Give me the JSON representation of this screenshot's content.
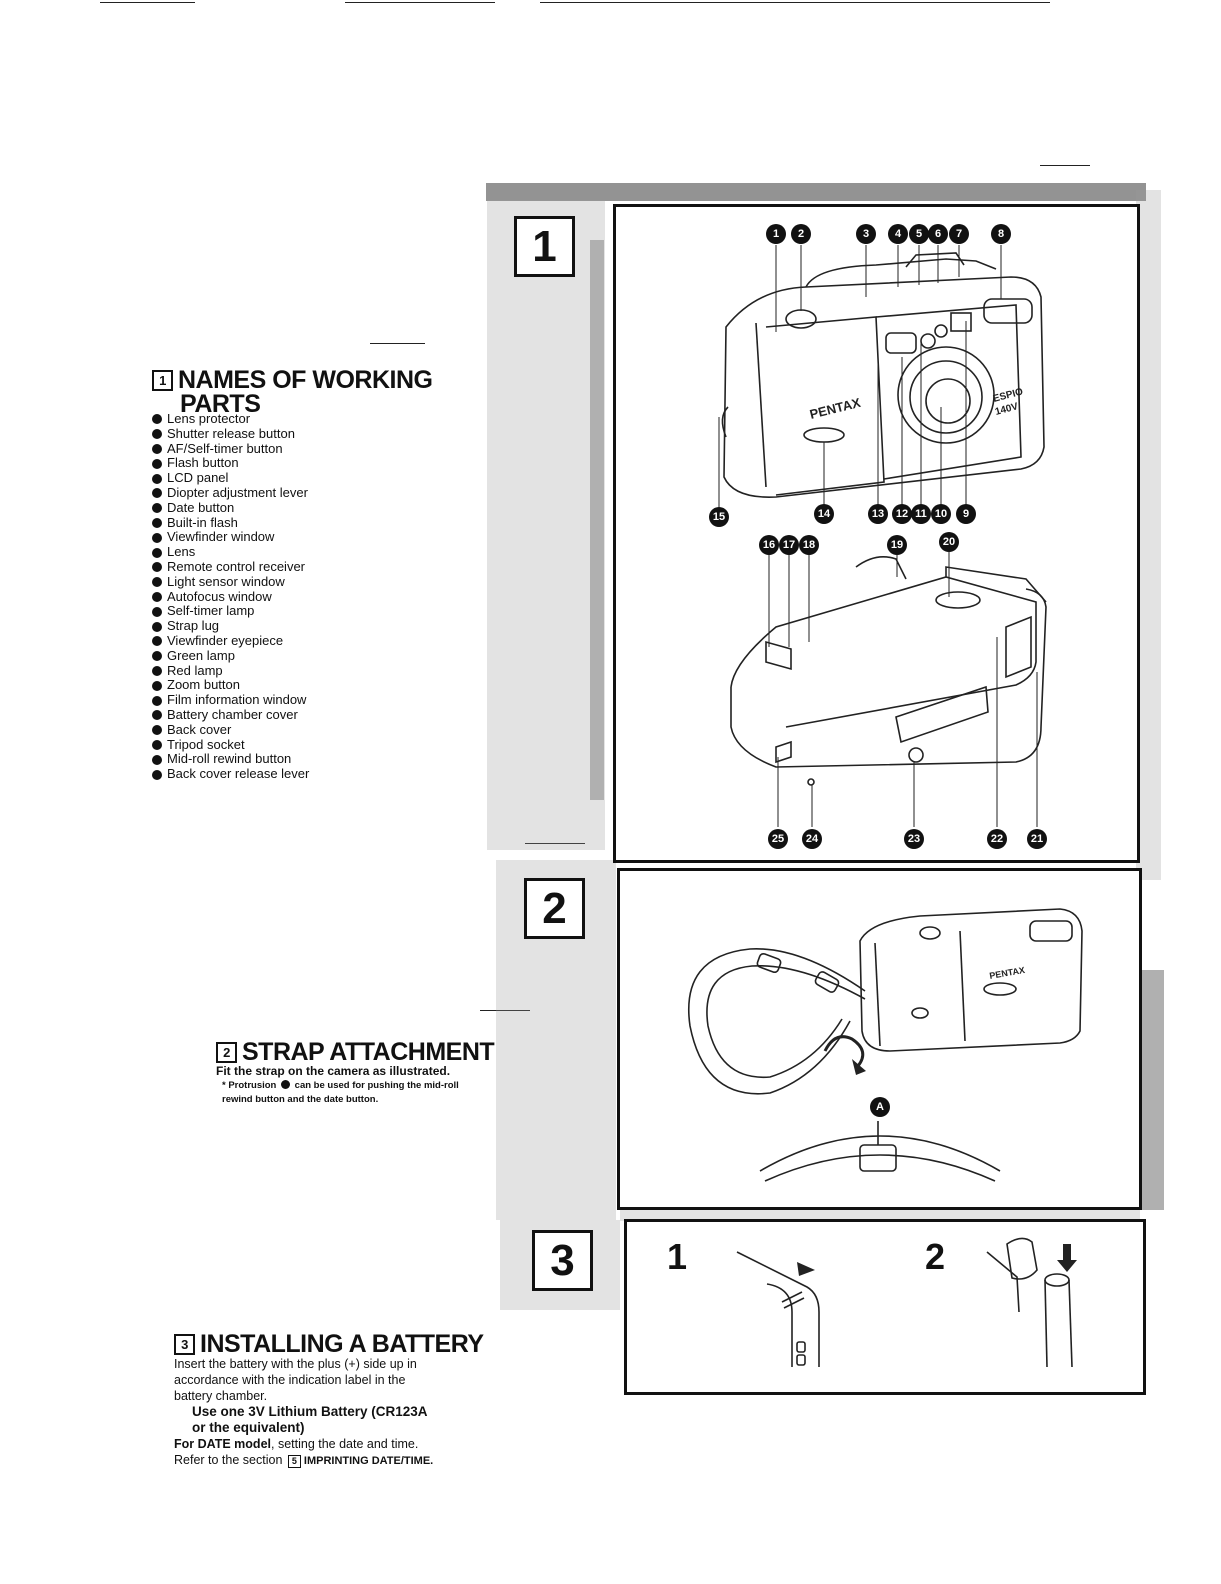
{
  "section1": {
    "num": "1",
    "title_line1": "NAMES OF WORKING",
    "title_line2": "PARTS",
    "items": [
      "Lens protector",
      "Shutter release button",
      "AF/Self-timer button",
      "Flash button",
      "LCD panel",
      "Diopter adjustment lever",
      "Date button",
      "Built-in flash",
      "Viewfinder window",
      "Lens",
      "Remote control receiver",
      "Light sensor window",
      "Autofocus window",
      "Self-timer lamp",
      "Strap lug",
      "Viewfinder eyepiece",
      "Green lamp",
      "Red lamp",
      "Zoom button",
      "Film information window",
      "Battery chamber cover",
      "Back cover",
      "Tripod socket",
      "Mid-roll rewind button",
      "Back cover release lever"
    ]
  },
  "section2": {
    "num": "2",
    "title": "STRAP ATTACHMENT",
    "line1": "Fit the strap on the camera as illustrated.",
    "note_a": "* Protrusion",
    "note_b": "can be used for pushing the mid-roll",
    "note_c": "rewind button and the date button."
  },
  "section3": {
    "num": "3",
    "title": "INSTALLING A BATTERY",
    "p1": "Insert the battery with the plus (+) side up in",
    "p2": "accordance with the indication label in the",
    "p3": "battery chamber.",
    "bold1": "Use one 3V Lithium Battery (CR123A",
    "bold2": "or the equivalent)",
    "date_a": "For DATE model",
    "date_b": ", setting the date and time.",
    "ref_a": "Refer to the section",
    "ref_num": "5",
    "ref_b": "IMPRINTING DATE/TIME."
  },
  "figures": {
    "panel1_num": "1",
    "panel2_num": "2",
    "panel3_num": "3",
    "brand": "PENTAX",
    "model_a": "ESPIO",
    "model_b": "140V",
    "strap_marker": "A",
    "step1": "1",
    "step2": "2",
    "callouts_top": [
      "1",
      "2",
      "3",
      "4",
      "5",
      "6",
      "7",
      "8"
    ],
    "callouts_mid": [
      "15",
      "14",
      "13",
      "12",
      "11",
      "10",
      "9"
    ],
    "callouts_back_top": [
      "16",
      "17",
      "18",
      "19",
      "20"
    ],
    "callouts_back_bottom": [
      "25",
      "24",
      "23",
      "22",
      "21"
    ]
  }
}
